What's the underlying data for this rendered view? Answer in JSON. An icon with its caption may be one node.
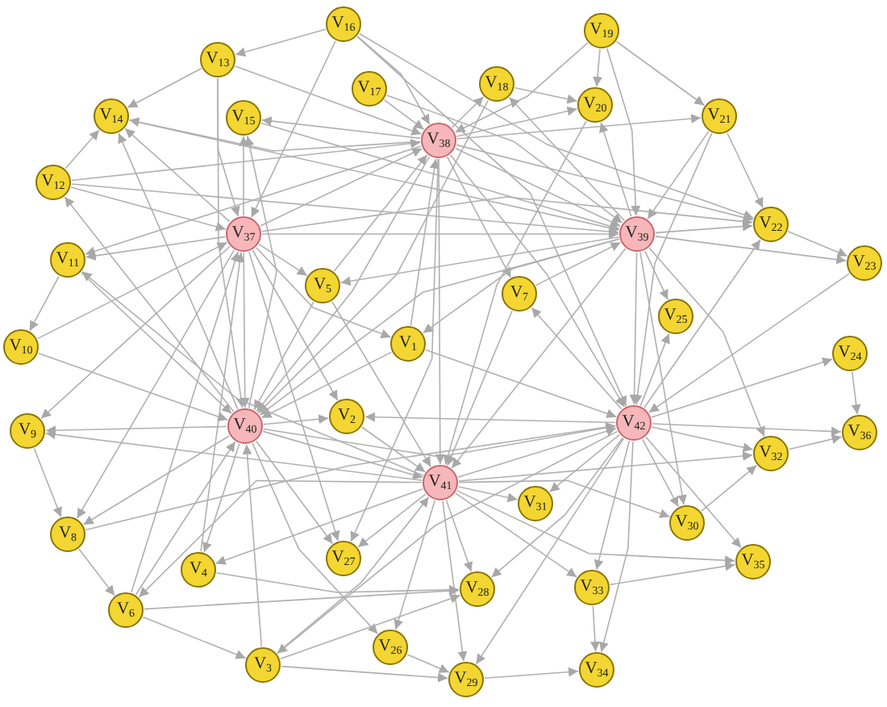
{
  "diagram": {
    "nodes": [
      {
        "text": [
          "V$_{1}$"
        ]
      },
      {
        "text": [
          "V$_{2}$"
        ]
      },
      {
        "text": [
          "V$_{3}$"
        ]
      },
      {
        "text": [
          "V$_{4}$"
        ]
      },
      {
        "text": [
          "V$_{5}$"
        ]
      },
      {
        "text": [
          "V$_{6}$"
        ]
      },
      {
        "text": [
          "V$_{7}$"
        ]
      },
      {
        "text": [
          "V$_{8}$"
        ]
      },
      {
        "text": [
          "V$_{9}$"
        ]
      },
      {
        "text": [
          "V$_{10}$"
        ]
      },
      {
        "text": [
          "V$_{11}$"
        ]
      },
      {
        "text": [
          "V$_{12}$"
        ]
      },
      {
        "text": [
          "V$_{13}$"
        ]
      },
      {
        "text": [
          "V$_{14}$"
        ]
      },
      {
        "text": [
          "V$_{15}$"
        ]
      },
      {
        "text": [
          "V$_{16}$"
        ]
      },
      {
        "text": [
          "V$_{17}$"
        ]
      },
      {
        "text": [
          "V$_{18}$"
        ]
      },
      {
        "text": [
          "V$_{19}$"
        ]
      },
      {
        "text": [
          "V$_{20}$"
        ]
      },
      {
        "text": [
          "V$_{21}$"
        ]
      },
      {
        "text": [
          "V$_{22}$"
        ]
      },
      {
        "text": [
          "V$_{23}$"
        ]
      },
      {
        "text": [
          "V$_{24}$"
        ]
      },
      {
        "text": [
          "V$_{25}$"
        ]
      },
      {
        "text": [
          "V$_{26}$"
        ]
      },
      {
        "text": [
          "V$_{27}$"
        ]
      },
      {
        "text": [
          "V$_{28}$"
        ]
      },
      {
        "text": [
          "V$_{29}$"
        ]
      },
      {
        "text": [
          "V$_{30}$"
        ]
      },
      {
        "text": [
          "V$_{31}$"
        ]
      },
      {
        "text": [
          "V$_{32}$"
        ]
      },
      {
        "text": [
          "V$_{33}$"
        ]
      },
      {
        "text": [
          "V$_{34}$"
        ]
      },
      {
        "text": [
          "V$_{35}$"
        ]
      },
      {
        "text": [
          "V$_{36}$"
        ]
      },
      {
        "text": [
          "V$_{37}$"
        ]
      },
      {
        "text": [
          "V$_{38}$"
        ]
      },
      {
        "text": [
          "V$_{39}$"
        ]
      },
      {
        "text": [
          "V$_{40}$"
        ]
      },
      {
        "text": [
          "V$_{41}$"
        ]
      },
      {
        "text": [
          "V$_{42}$"
        ]
      }
    ],
    "edges": [
      {
        "from": 15,
        "to": 37,
        "arrow": "to"
      },
      {
        "from": 12,
        "to": 37,
        "arrow": "to"
      },
      {
        "from": 37,
        "to": 13,
        "arrow": "to"
      },
      {
        "from": 37,
        "to": 14,
        "arrow": "to"
      },
      {
        "from": 16,
        "to": 37,
        "arrow": "to"
      },
      {
        "from": 37,
        "to": 17,
        "arrow": "to"
      },
      {
        "from": 18,
        "to": 37,
        "arrow": "to"
      },
      {
        "from": 37,
        "to": 19,
        "arrow": "to"
      },
      {
        "from": 37,
        "to": 20,
        "arrow": "to"
      },
      {
        "from": 37,
        "to": 21,
        "arrow": "to"
      },
      {
        "from": 4,
        "to": 37,
        "arrow": "to"
      },
      {
        "from": 37,
        "to": 6,
        "arrow": "to"
      },
      {
        "from": 0,
        "to": 37,
        "arrow": "to"
      },
      {
        "from": 37,
        "to": 10,
        "arrow": "to"
      },
      {
        "from": 11,
        "to": 37,
        "arrow": "to"
      },
      {
        "from": 37,
        "to": 39,
        "arrow": "to"
      },
      {
        "from": 37,
        "to": 40,
        "arrow": "to"
      },
      {
        "from": 37,
        "to": 41,
        "arrow": "to"
      },
      {
        "from": 37,
        "to": 38,
        "arrow": "to"
      },
      {
        "from": 36,
        "to": 37,
        "arrow": "to"
      },
      {
        "from": 37,
        "to": 26,
        "arrow": "to"
      },
      {
        "from": 12,
        "to": 36,
        "arrow": "to"
      },
      {
        "from": 36,
        "to": 13,
        "arrow": "to"
      },
      {
        "from": 11,
        "to": 36,
        "arrow": "to"
      },
      {
        "from": 36,
        "to": 10,
        "arrow": "to"
      },
      {
        "from": 36,
        "to": 8,
        "arrow": "to"
      },
      {
        "from": 9,
        "to": 36,
        "arrow": "to"
      },
      {
        "from": 36,
        "to": 14,
        "arrow": "to"
      },
      {
        "from": 15,
        "to": 36,
        "arrow": "to"
      },
      {
        "from": 36,
        "to": 4,
        "arrow": "to"
      },
      {
        "from": 36,
        "to": 0,
        "arrow": "to"
      },
      {
        "from": 36,
        "to": 39,
        "arrow": "to"
      },
      {
        "from": 36,
        "to": 38,
        "arrow": "to"
      },
      {
        "from": 36,
        "to": 21,
        "arrow": "to"
      },
      {
        "from": 36,
        "to": 1,
        "arrow": "to"
      },
      {
        "from": 36,
        "to": 26,
        "arrow": "to"
      },
      {
        "from": 3,
        "to": 36,
        "arrow": "to"
      },
      {
        "from": 5,
        "to": 36,
        "arrow": "to"
      },
      {
        "from": 36,
        "to": 7,
        "arrow": "to"
      },
      {
        "from": 18,
        "to": 38,
        "arrow": "to"
      },
      {
        "from": 38,
        "to": 19,
        "arrow": "to"
      },
      {
        "from": 20,
        "to": 38,
        "arrow": "to"
      },
      {
        "from": 38,
        "to": 21,
        "arrow": "to"
      },
      {
        "from": 38,
        "to": 22,
        "arrow": "to"
      },
      {
        "from": 38,
        "to": 24,
        "arrow": "to"
      },
      {
        "from": 6,
        "to": 38,
        "arrow": "to"
      },
      {
        "from": 38,
        "to": 17,
        "arrow": "to"
      },
      {
        "from": 38,
        "to": 0,
        "arrow": "to"
      },
      {
        "from": 38,
        "to": 4,
        "arrow": "to"
      },
      {
        "from": 38,
        "to": 41,
        "arrow": "to"
      },
      {
        "from": 38,
        "to": 40,
        "arrow": "to"
      },
      {
        "from": 38,
        "to": 39,
        "arrow": "to"
      },
      {
        "from": 14,
        "to": 38,
        "arrow": "to"
      },
      {
        "from": 16,
        "to": 38,
        "arrow": "to"
      },
      {
        "from": 38,
        "to": 31,
        "arrow": "to"
      },
      {
        "from": 38,
        "to": 29,
        "arrow": "to"
      },
      {
        "from": 11,
        "to": 38,
        "arrow": "to"
      },
      {
        "from": 13,
        "to": 38,
        "arrow": "to"
      },
      {
        "from": 39,
        "to": 8,
        "arrow": "to"
      },
      {
        "from": 39,
        "to": 7,
        "arrow": "to"
      },
      {
        "from": 9,
        "to": 39,
        "arrow": "to"
      },
      {
        "from": 10,
        "to": 39,
        "arrow": "to"
      },
      {
        "from": 39,
        "to": 11,
        "arrow": "to"
      },
      {
        "from": 39,
        "to": 3,
        "arrow": "to"
      },
      {
        "from": 5,
        "to": 39,
        "arrow": "to"
      },
      {
        "from": 2,
        "to": 39,
        "arrow": "to"
      },
      {
        "from": 39,
        "to": 26,
        "arrow": "to"
      },
      {
        "from": 39,
        "to": 1,
        "arrow": "to"
      },
      {
        "from": 39,
        "to": 40,
        "arrow": "to"
      },
      {
        "from": 39,
        "to": 41,
        "arrow": "to"
      },
      {
        "from": 12,
        "to": 39,
        "arrow": "to"
      },
      {
        "from": 39,
        "to": 14,
        "arrow": "to"
      },
      {
        "from": 4,
        "to": 39,
        "arrow": "to"
      },
      {
        "from": 0,
        "to": 39,
        "arrow": "to"
      },
      {
        "from": 39,
        "to": 25,
        "arrow": "to"
      },
      {
        "from": 39,
        "to": 13,
        "arrow": "to"
      },
      {
        "from": 17,
        "to": 39,
        "arrow": "to"
      },
      {
        "from": 40,
        "to": 26,
        "arrow": "to"
      },
      {
        "from": 40,
        "to": 27,
        "arrow": "to"
      },
      {
        "from": 40,
        "to": 28,
        "arrow": "to"
      },
      {
        "from": 40,
        "to": 30,
        "arrow": "to"
      },
      {
        "from": 40,
        "to": 32,
        "arrow": "to"
      },
      {
        "from": 2,
        "to": 40,
        "arrow": "to"
      },
      {
        "from": 40,
        "to": 25,
        "arrow": "to"
      },
      {
        "from": 1,
        "to": 40,
        "arrow": "to"
      },
      {
        "from": 40,
        "to": 41,
        "arrow": "to"
      },
      {
        "from": 40,
        "to": 29,
        "arrow": "to"
      },
      {
        "from": 40,
        "to": 34,
        "arrow": "to"
      },
      {
        "from": 40,
        "to": 31,
        "arrow": "to"
      },
      {
        "from": 6,
        "to": 40,
        "arrow": "to"
      },
      {
        "from": 4,
        "to": 40,
        "arrow": "to"
      },
      {
        "from": 40,
        "to": 3,
        "arrow": "to"
      },
      {
        "from": 40,
        "to": 5,
        "arrow": "to"
      },
      {
        "from": 40,
        "to": 8,
        "arrow": "to"
      },
      {
        "from": 19,
        "to": 40,
        "arrow": "to"
      },
      {
        "from": 40,
        "to": 10,
        "arrow": "to"
      },
      {
        "from": 41,
        "to": 31,
        "arrow": "to"
      },
      {
        "from": 41,
        "to": 35,
        "arrow": "to"
      },
      {
        "from": 41,
        "to": 29,
        "arrow": "to"
      },
      {
        "from": 41,
        "to": 23,
        "arrow": "to"
      },
      {
        "from": 41,
        "to": 24,
        "arrow": "to"
      },
      {
        "from": 22,
        "to": 41,
        "arrow": "to"
      },
      {
        "from": 41,
        "to": 21,
        "arrow": "to"
      },
      {
        "from": 41,
        "to": 30,
        "arrow": "to"
      },
      {
        "from": 41,
        "to": 32,
        "arrow": "to"
      },
      {
        "from": 41,
        "to": 27,
        "arrow": "to"
      },
      {
        "from": 41,
        "to": 33,
        "arrow": "to"
      },
      {
        "from": 20,
        "to": 41,
        "arrow": "to"
      },
      {
        "from": 41,
        "to": 6,
        "arrow": "to"
      },
      {
        "from": 0,
        "to": 41,
        "arrow": "to"
      },
      {
        "from": 41,
        "to": 1,
        "arrow": "to"
      },
      {
        "from": 7,
        "to": 41,
        "arrow": "to"
      },
      {
        "from": 41,
        "to": 28,
        "arrow": "to"
      },
      {
        "from": 41,
        "to": 34,
        "arrow": "to"
      },
      {
        "from": 15,
        "to": 41,
        "arrow": "to"
      },
      {
        "from": 41,
        "to": 2,
        "arrow": "to"
      },
      {
        "from": 15,
        "to": 12,
        "arrow": "to"
      },
      {
        "from": 12,
        "to": 13,
        "arrow": "to"
      },
      {
        "from": 11,
        "to": 13,
        "arrow": "to"
      },
      {
        "from": 10,
        "to": 9,
        "arrow": "to"
      },
      {
        "from": 8,
        "to": 7,
        "arrow": "to"
      },
      {
        "from": 7,
        "to": 5,
        "arrow": "to"
      },
      {
        "from": 5,
        "to": 2,
        "arrow": "to"
      },
      {
        "from": 18,
        "to": 19,
        "arrow": "to"
      },
      {
        "from": 18,
        "to": 20,
        "arrow": "to"
      },
      {
        "from": 20,
        "to": 21,
        "arrow": "to"
      },
      {
        "from": 21,
        "to": 22,
        "arrow": "to"
      },
      {
        "from": 23,
        "to": 35,
        "arrow": "to"
      },
      {
        "from": 32,
        "to": 34,
        "arrow": "to"
      },
      {
        "from": 32,
        "to": 33,
        "arrow": "to"
      },
      {
        "from": 28,
        "to": 33,
        "arrow": "to"
      },
      {
        "from": 2,
        "to": 27,
        "arrow": "to"
      },
      {
        "from": 25,
        "to": 28,
        "arrow": "to"
      },
      {
        "from": 29,
        "to": 31,
        "arrow": "to"
      },
      {
        "from": 31,
        "to": 35,
        "arrow": "to"
      },
      {
        "from": 5,
        "to": 27,
        "arrow": "to"
      },
      {
        "from": 2,
        "to": 28,
        "arrow": "to"
      },
      {
        "from": 3,
        "to": 27,
        "arrow": "to"
      },
      {
        "from": 15,
        "to": 21,
        "arrow": "to"
      },
      {
        "from": 17,
        "to": 19,
        "arrow": "to"
      }
    ]
  }
}
